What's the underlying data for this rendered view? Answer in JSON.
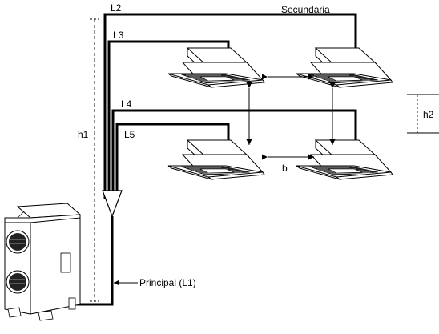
{
  "labels": {
    "l2": "L2",
    "l3": "L3",
    "l4": "L4",
    "l5": "L5",
    "secondary": "Secundaria",
    "main_pipe": "Principal (L1)",
    "h1": "h1",
    "h2": "h2",
    "b": "b"
  },
  "units": {
    "indoor_count": 4,
    "indoor_type": "cassette-indoor-unit",
    "outdoor_type": "outdoor-condensing-unit"
  },
  "colors": {
    "line": "#000000",
    "background": "#ffffff",
    "unit_fill": "#ffffff",
    "grille": "#222222"
  }
}
